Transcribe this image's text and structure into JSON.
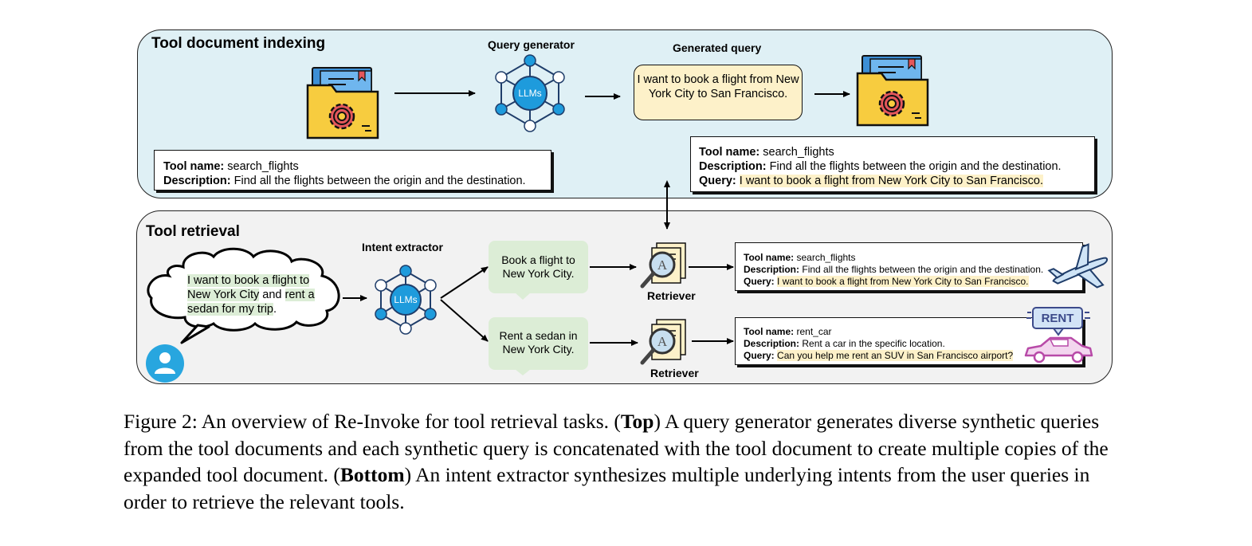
{
  "top_panel": {
    "title": "Tool document indexing",
    "query_generator_label": "Query generator",
    "llm_label": "LLMs",
    "generated_query_label": "Generated query",
    "generated_query_text": "I want to book a flight from New York City to San Francisco.",
    "doc_left": {
      "name_key": "Tool name:",
      "name_val": "search_flights",
      "desc_key": "Description:",
      "desc_val": "Find all the flights between the origin and the destination."
    },
    "doc_right": {
      "name_key": "Tool name:",
      "name_val": "search_flights",
      "desc_key": "Description:",
      "desc_val": "Find all the flights between the origin and the destination.",
      "query_key": "Query:",
      "query_val": "I want to book a flight from New York City to San Francisco."
    }
  },
  "bottom_panel": {
    "title": "Tool retrieval",
    "user_query": {
      "part1": "I want to book a flight to New York City",
      "part2": " and ",
      "part3": "rent a sedan for my trip",
      "part4": "."
    },
    "intent_extractor_label": "Intent extractor",
    "llm_label": "LLMs",
    "intent_1": "Book a flight to New York City.",
    "intent_2": "Rent a sedan in New York City.",
    "retriever_label_1": "Retriever",
    "retriever_label_2": "Retriever",
    "result_1": {
      "name_key": "Tool name:",
      "name_val": "search_flights",
      "desc_key": "Description:",
      "desc_val": "Find all the flights between the origin and the destination.",
      "query_key": "Query:",
      "query_val": "I want to book a flight from New York City to San Francisco."
    },
    "result_2": {
      "name_key": "Tool name:",
      "name_val": "rent_car",
      "desc_key": "Description:",
      "desc_val": "Rent a car in the specific location.",
      "query_key": "Query:",
      "query_val": "Can you help me rent an SUV in San Francisco airport?"
    },
    "rent_sign": "RENT"
  },
  "caption": {
    "prefix": "Figure 2: An overview of Re-Invoke for tool retrieval tasks. (",
    "top_bold": "Top",
    "middle": ") A query generator generates diverse synthetic queries from the tool documents and each synthetic query is concatenated with the tool document to create multiple copies of the expanded tool document. (",
    "bottom_bold": "Bottom",
    "suffix": ") An intent extractor synthesizes multiple underlying intents from the user queries in order to retrieve the relevant tools."
  },
  "colors": {
    "top_panel_bg": "#dff0f5",
    "bottom_panel_bg": "#f2f2f2",
    "llm_node": "#1e9bdc",
    "query_highlight": "#fdf1c9",
    "intent_highlight": "#dcedd6",
    "folder_yellow": "#f7cc3f",
    "folder_blue": "#3c8fd6",
    "gear_red": "#e4575b"
  }
}
